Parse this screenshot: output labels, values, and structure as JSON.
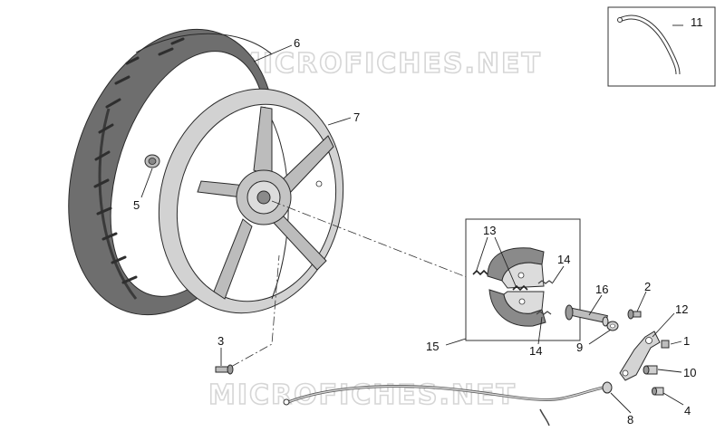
{
  "watermark": "MICROFICHES.NET",
  "callouts": {
    "c1": "1",
    "c2": "2",
    "c3": "3",
    "c4": "4",
    "c5": "5",
    "c6": "6",
    "c7": "7",
    "c8": "8",
    "c9": "9",
    "c10": "10",
    "c11": "11",
    "c12": "12",
    "c13": "13",
    "c14a": "14",
    "c14b": "14",
    "c15": "15",
    "c16": "16"
  },
  "colors": {
    "tire": "#6e6e6e",
    "tire_dark": "#4a4a4a",
    "rim": "#d2d2d2",
    "brake_lining": "#8a8a8a"
  }
}
